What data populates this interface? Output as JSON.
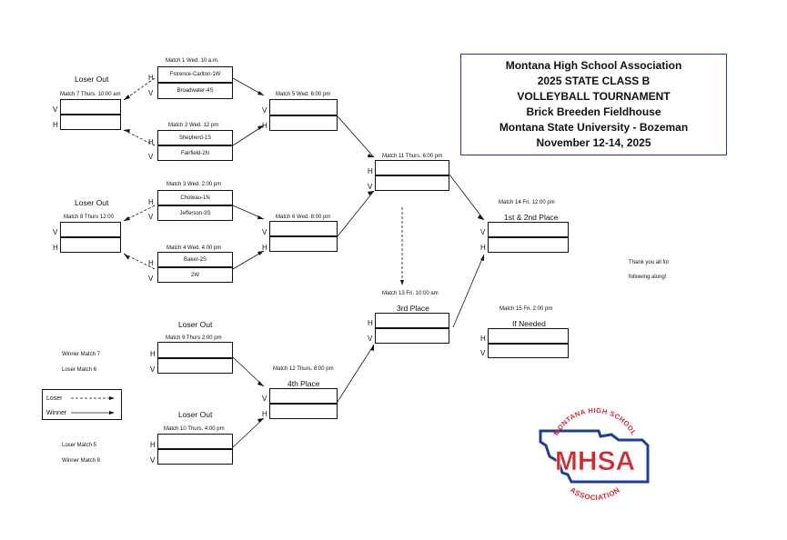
{
  "header": {
    "lines": [
      "Montana High School Association",
      "2025 STATE CLASS B",
      "VOLLEYBALL TOURNAMENT",
      "Brick Breeden Fieldhouse",
      "Montana State University - Bozeman",
      "November 12-14, 2025"
    ]
  },
  "matches": {
    "m1": {
      "label": "Match 1 Wed. 10 a.m.",
      "teams": [
        "Florence-Carlton-1W",
        "Broadwater-4S"
      ]
    },
    "m2": {
      "label": "Match 2 Wed. 12 pm",
      "teams": [
        "Shepherd-1S",
        "Fairfield-2N"
      ]
    },
    "m3": {
      "label": "Match 3 Wed. 2:00 pm",
      "teams": [
        "Choteau-1N",
        "Jefferson-3S"
      ]
    },
    "m4": {
      "label": "Match 4 Wed. 4:00 pm",
      "teams": [
        "Baker-2S",
        "2W"
      ]
    },
    "m5": {
      "label": "Match 5 Wed. 6:00 pm"
    },
    "m6": {
      "label": "Match 6 Wed. 8:00 pm"
    },
    "m7": {
      "label": "Match 7 Thurs. 10:00 am",
      "caption": "Loser Out"
    },
    "m8": {
      "label": "Match 8 Thurs 12:00",
      "caption": "Loser Out"
    },
    "m9": {
      "label": "Match 9 Thurs 2:00 pm",
      "caption": "Loser Out"
    },
    "m10": {
      "label": "Match 10 Thurs. 4:00 pm",
      "caption": "Loser Out"
    },
    "m11": {
      "label": "Match 11 Thurs. 6:00 pm"
    },
    "m12": {
      "label": "Match 12 Thurs. 8:00 pm",
      "caption": "4th Place"
    },
    "m13": {
      "label": "Match 13 Fri. 10:00 am",
      "caption": "3rd Place"
    },
    "m14": {
      "label": "Match 14 Fri. 12:00 pm",
      "caption": "1st & 2nd Place"
    },
    "m15": {
      "label": "Match 15 Fri. 2:00 pm",
      "caption": "If Needed"
    }
  },
  "feeds": {
    "winner_match_7": "Winner Match 7",
    "loser_match_6": "Loser Match 6",
    "loser_match_5": "Loser Match 5",
    "winner_match_8": "Winner Match 8"
  },
  "side": {
    "h": "H",
    "v": "V"
  },
  "legend": {
    "loser": "Loser",
    "winner": "Winner"
  },
  "thanks": {
    "line1": "Thank you all for",
    "line2": "following along!"
  },
  "logo": {
    "top_text": "MONTANA HIGH SCHOOL",
    "main_text": "MHSA",
    "bottom_text": "ASSOCIATION",
    "colors": {
      "red": "#d7262c",
      "blue": "#1d3f95"
    }
  }
}
